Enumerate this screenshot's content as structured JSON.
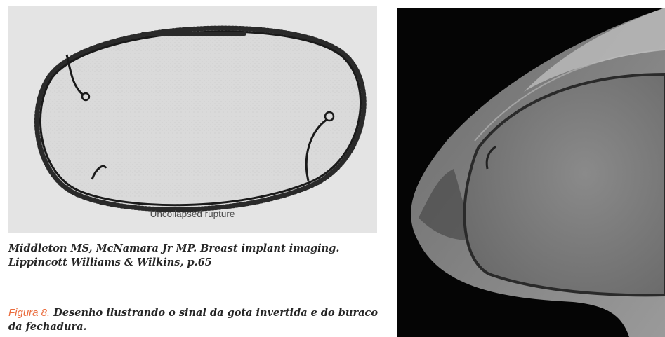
{
  "diagram": {
    "caption": "Uncollapsed rupture"
  },
  "citation": {
    "line1": "Middleton MS, McNamara Jr MP. Breast implant imaging.",
    "line2": "Lippincott Williams & Wilkins, p.65"
  },
  "figure_caption": {
    "label": "Figura 8.",
    "text": " Desenho ilustrando o sinal da gota invertida e do buraco da fechadura."
  },
  "colors": {
    "figure_label": "#ea6b3c",
    "text": "#262626",
    "diagram_background": "#e4e4e4",
    "mri_background": "#050505"
  }
}
